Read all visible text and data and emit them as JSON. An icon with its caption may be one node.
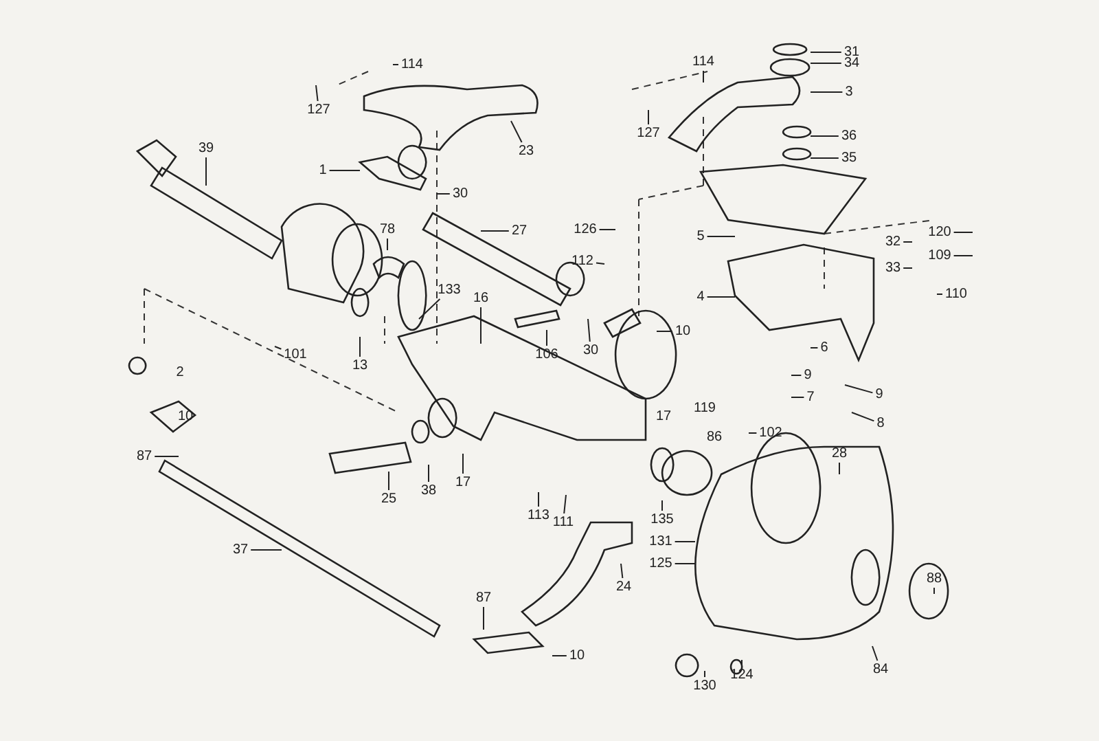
{
  "diagram": {
    "nodes": [
      {
        "text": [
          "114"
        ]
      },
      {
        "text": [
          "127"
        ]
      },
      {
        "text": [
          "23"
        ]
      },
      {
        "text": [
          "39"
        ]
      },
      {
        "text": [
          "1"
        ]
      },
      {
        "text": [
          "30"
        ]
      },
      {
        "text": [
          "78"
        ]
      },
      {
        "text": [
          "27"
        ]
      },
      {
        "text": [
          "133"
        ]
      },
      {
        "text": [
          "16"
        ]
      },
      {
        "text": [
          "101"
        ]
      },
      {
        "text": [
          "13"
        ]
      },
      {
        "text": [
          "106"
        ]
      },
      {
        "text": [
          "30"
        ]
      },
      {
        "text": [
          "114"
        ]
      },
      {
        "text": [
          "127"
        ]
      },
      {
        "text": [
          "31"
        ]
      },
      {
        "text": [
          "34"
        ]
      },
      {
        "text": [
          "3"
        ]
      },
      {
        "text": [
          "36"
        ]
      },
      {
        "text": [
          "35"
        ]
      },
      {
        "text": [
          "126"
        ]
      },
      {
        "text": [
          "112"
        ]
      },
      {
        "text": [
          "5"
        ]
      },
      {
        "text": [
          "4"
        ]
      },
      {
        "text": [
          "10"
        ]
      },
      {
        "text": [
          "120"
        ]
      },
      {
        "text": [
          "32"
        ]
      },
      {
        "text": [
          "109"
        ]
      },
      {
        "text": [
          "33"
        ]
      },
      {
        "text": [
          "110"
        ]
      },
      {
        "text": [
          "6"
        ]
      },
      {
        "text": [
          "9"
        ]
      },
      {
        "text": [
          "7"
        ]
      },
      {
        "text": [
          "9"
        ]
      },
      {
        "text": [
          "8"
        ]
      },
      {
        "text": [
          "87"
        ]
      },
      {
        "text": [
          "25"
        ]
      },
      {
        "text": [
          "38"
        ]
      },
      {
        "text": [
          "17"
        ]
      },
      {
        "text": [
          "102"
        ]
      },
      {
        "text": [
          "28"
        ]
      },
      {
        "text": [
          "113"
        ]
      },
      {
        "text": [
          "111"
        ]
      },
      {
        "text": [
          "135"
        ]
      },
      {
        "text": [
          "131"
        ]
      },
      {
        "text": [
          "125"
        ]
      },
      {
        "text": [
          "24"
        ]
      },
      {
        "text": [
          "37"
        ]
      },
      {
        "text": [
          "87"
        ]
      },
      {
        "text": [
          "10"
        ]
      },
      {
        "text": [
          "88"
        ]
      },
      {
        "text": [
          "84"
        ]
      },
      {
        "text": [
          "124"
        ]
      },
      {
        "text": [
          "130"
        ]
      }
    ],
    "edges": [
      {
        "from": 0,
        "to": null,
        "arrow": "none"
      },
      {
        "from": 1,
        "to": null,
        "arrow": "none"
      },
      {
        "from": 2,
        "to": null,
        "arrow": "none"
      },
      {
        "from": 3,
        "to": null,
        "arrow": "none"
      },
      {
        "from": 4,
        "to": null,
        "arrow": "none"
      },
      {
        "from": 5,
        "to": null,
        "arrow": "none"
      },
      {
        "from": 6,
        "to": null,
        "arrow": "none"
      },
      {
        "from": 7,
        "to": null,
        "arrow": "none"
      },
      {
        "from": 8,
        "to": null,
        "arrow": "none"
      },
      {
        "from": 9,
        "to": null,
        "arrow": "none"
      },
      {
        "from": 10,
        "to": null,
        "arrow": "none"
      },
      {
        "from": 11,
        "to": null,
        "arrow": "none"
      },
      {
        "from": 12,
        "to": null,
        "arrow": "none"
      },
      {
        "from": 13,
        "to": null,
        "arrow": "none"
      },
      {
        "from": 14,
        "to": null,
        "arrow": "none"
      },
      {
        "from": 15,
        "to": null,
        "arrow": "none"
      },
      {
        "from": 16,
        "to": null,
        "arrow": "none"
      },
      {
        "from": 17,
        "to": null,
        "arrow": "none"
      },
      {
        "from": 18,
        "to": null,
        "arrow": "none"
      },
      {
        "from": 19,
        "to": null,
        "arrow": "none"
      },
      {
        "from": 20,
        "to": null,
        "arrow": "none"
      },
      {
        "from": 21,
        "to": null,
        "arrow": "none"
      },
      {
        "from": 22,
        "to": null,
        "arrow": "none"
      },
      {
        "from": 23,
        "to": null,
        "arrow": "none"
      },
      {
        "from": 24,
        "to": null,
        "arrow": "none"
      },
      {
        "from": 25,
        "to": null,
        "arrow": "none"
      },
      {
        "from": 26,
        "to": null,
        "arrow": "none"
      },
      {
        "from": 27,
        "to": null,
        "arrow": "none"
      },
      {
        "from": 28,
        "to": null,
        "arrow": "none"
      },
      {
        "from": 29,
        "to": null,
        "arrow": "none"
      },
      {
        "from": 30,
        "to": null,
        "arrow": "none"
      },
      {
        "from": 31,
        "to": null,
        "arrow": "none"
      },
      {
        "from": 32,
        "to": null,
        "arrow": "none"
      },
      {
        "from": 33,
        "to": null,
        "arrow": "none"
      },
      {
        "from": 34,
        "to": null,
        "arrow": "none"
      },
      {
        "from": 35,
        "to": null,
        "arrow": "none"
      },
      {
        "from": 36,
        "to": null,
        "arrow": "none"
      },
      {
        "from": 37,
        "to": null,
        "arrow": "none"
      },
      {
        "from": 38,
        "to": null,
        "arrow": "none"
      },
      {
        "from": 39,
        "to": null,
        "arrow": "none"
      },
      {
        "from": 40,
        "to": null,
        "arrow": "none"
      },
      {
        "from": 41,
        "to": null,
        "arrow": "none"
      },
      {
        "from": 42,
        "to": null,
        "arrow": "none"
      },
      {
        "from": 43,
        "to": null,
        "arrow": "none"
      },
      {
        "from": 44,
        "to": null,
        "arrow": "none"
      },
      {
        "from": 45,
        "to": null,
        "arrow": "none"
      },
      {
        "from": 46,
        "to": null,
        "arrow": "none"
      },
      {
        "from": 47,
        "to": null,
        "arrow": "none"
      },
      {
        "from": 48,
        "to": null,
        "arrow": "none"
      },
      {
        "from": 49,
        "to": null,
        "arrow": "none"
      },
      {
        "from": 50,
        "to": null,
        "arrow": "none"
      },
      {
        "from": 51,
        "to": null,
        "arrow": "none"
      },
      {
        "from": 52,
        "to": null,
        "arrow": "none"
      },
      {
        "from": 53,
        "to": null,
        "arrow": "none"
      },
      {
        "from": 54,
        "to": null,
        "arrow": "none"
      }
    ],
    "labels": [
      "2",
      "10",
      "17",
      "119",
      "86"
    ]
  }
}
